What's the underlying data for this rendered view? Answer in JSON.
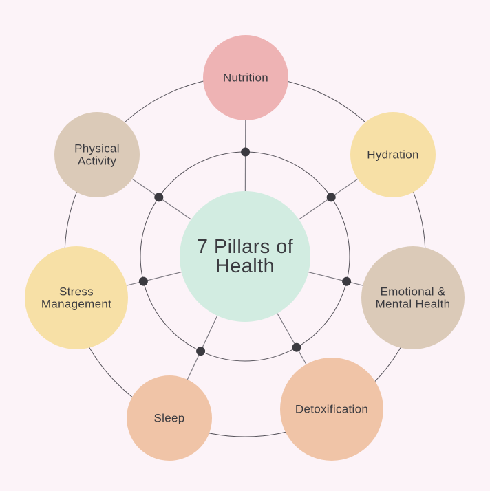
{
  "center": {
    "lines": [
      "7 Pillars of",
      "Health"
    ],
    "color": "#d2ece1"
  },
  "pillars": [
    {
      "id": "nutrition",
      "lines": [
        "Nutrition"
      ],
      "color": "#eeb3b4"
    },
    {
      "id": "hydration",
      "lines": [
        "Hydration"
      ],
      "color": "#f7e0a6"
    },
    {
      "id": "emotional-mental-health",
      "lines": [
        "Emotional &",
        "Mental Health"
      ],
      "color": "#dbcab8"
    },
    {
      "id": "detoxification",
      "lines": [
        "Detoxification"
      ],
      "color": "#f0c4a7"
    },
    {
      "id": "sleep",
      "lines": [
        "Sleep"
      ],
      "color": "#f0c4a7"
    },
    {
      "id": "stress-management",
      "lines": [
        "Stress",
        "Management"
      ],
      "color": "#f7e0a6"
    },
    {
      "id": "physical-activity",
      "lines": [
        "Physical",
        "Activity"
      ],
      "color": "#dbcab8"
    }
  ]
}
